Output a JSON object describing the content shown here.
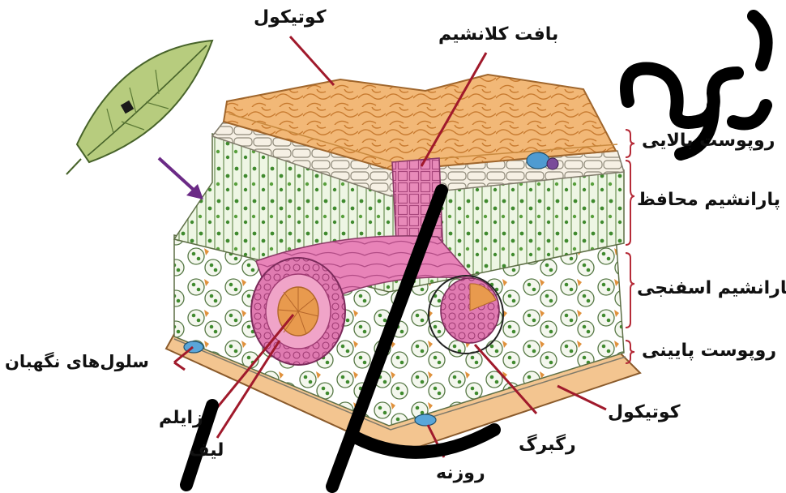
{
  "labels": {
    "cuticle_top": "کوتیکول",
    "collenchyma": "بافت کلانشیم",
    "upper_epidermis": "روپوست بالایی",
    "palisade": "پارانشیم محافظ",
    "spongy": "پارانشیم اسفنجی",
    "lower_epidermis": "روپوست پایینی",
    "guard_cells": "سلول‌های نگهبان",
    "xylem": "زایلم",
    "fiber": "لیف",
    "vein": "رگبرگ",
    "cuticle_bottom": "کوتیکول",
    "stoma": "روزنه"
  },
  "colors": {
    "leader_line": "#a0192b",
    "brace": "#b52a37",
    "arrow": "#6b2a86",
    "cuticle": "#f0b572",
    "palisade_cells": "#e8f3da",
    "chloroplast": "#4d8a33",
    "vein": "#e07bb1",
    "xylem_core": "#e39a52",
    "watermark": "#000000"
  },
  "icons": [
    "leaf-icon",
    "arrow-icon"
  ]
}
